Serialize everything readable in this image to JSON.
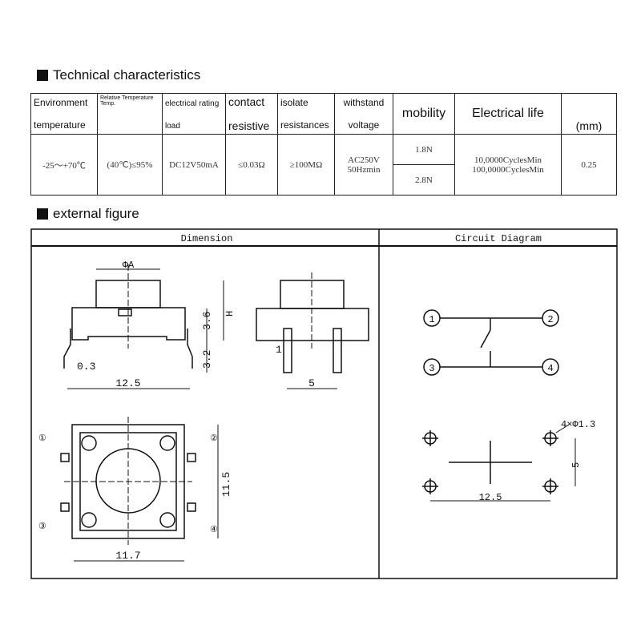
{
  "sections": {
    "tech": "Technical characteristics",
    "figure": "external figure"
  },
  "table": {
    "headers": {
      "env_a": "Environment",
      "env_b": "temperature",
      "rel": "Relative Temperature",
      "rel_b": "Temp.",
      "elec_a": "electrical rating",
      "elec_b": "load",
      "contact_a": "contact",
      "contact_b": "resistive",
      "iso_a": "isolate",
      "iso_b": "resistances",
      "with_a": "withstand",
      "with_b": "voltage",
      "mobility": "mobility",
      "life": "Electrical life",
      "mm": "(mm)"
    },
    "values": {
      "env": "-25～+70℃",
      "rel": "(40℃)≤95%",
      "elec": "DC12V50mA",
      "contact": "≤0.03Ω",
      "iso": "≥100MΩ",
      "with_a": "AC250V",
      "with_b": "50Hzmin",
      "mob1": "1.8N",
      "mob2": "2.8N",
      "life1": "10,0000CyclesMin",
      "life2": "100,0000CyclesMin",
      "mm": "0.25"
    }
  },
  "figure": {
    "dimension_title": "Dimension",
    "circuit_title": "Circuit Diagram",
    "labels": {
      "phiA": "ΦA",
      "H": "H",
      "d36": "3.6",
      "d32": "3.2",
      "d03": "0.3",
      "d125": "12.5",
      "d1": "1",
      "d5": "5",
      "d115": "11.5",
      "d117": "11.7",
      "p1": "①",
      "p2": "②",
      "p3": "③",
      "p4": "④",
      "holes": "4×Φ1.3",
      "c5": "5",
      "c125": "12.5",
      "n1": "1",
      "n2": "2",
      "n3": "3",
      "n4": "4"
    }
  }
}
